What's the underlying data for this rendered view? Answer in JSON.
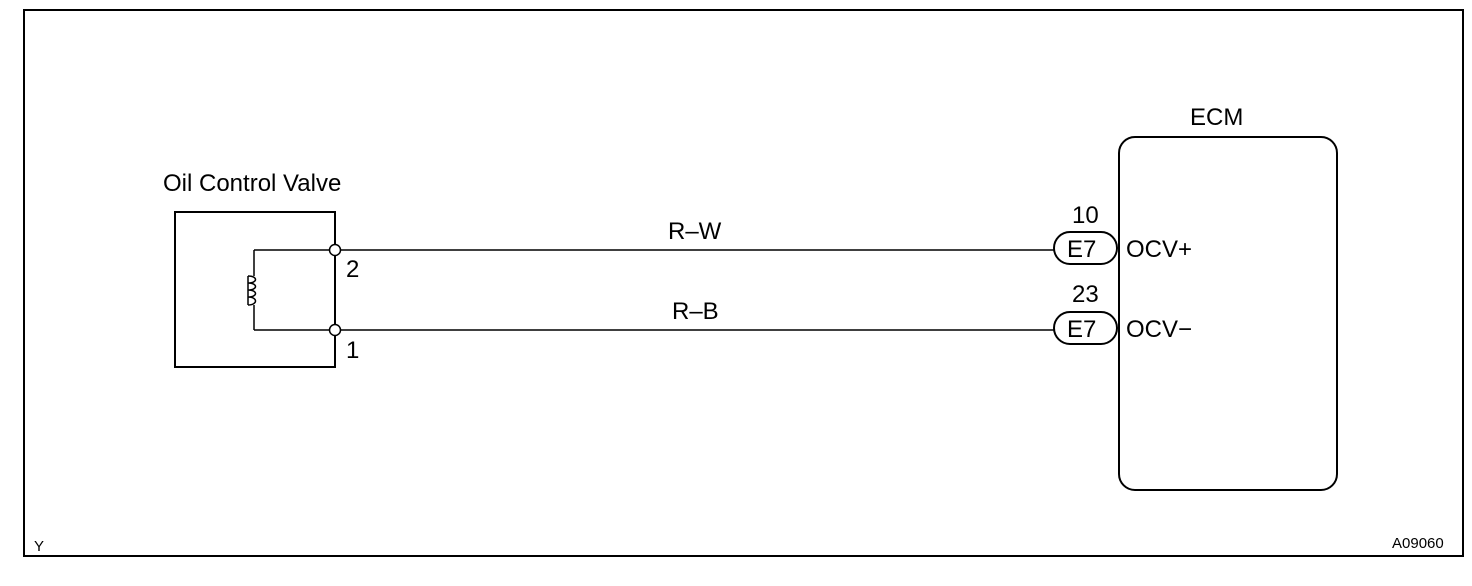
{
  "diagram": {
    "corner_left": "Y",
    "corner_right": "A09060",
    "component_valve": {
      "title": "Oil Control Valve",
      "pin_top": "2",
      "pin_bottom": "1"
    },
    "ecm": {
      "title": "ECM",
      "pins": [
        {
          "number": "10",
          "connector": "E7",
          "signal": "OCV+"
        },
        {
          "number": "23",
          "connector": "E7",
          "signal": "OCV−"
        }
      ]
    },
    "wires": [
      {
        "color_code": "R–W"
      },
      {
        "color_code": "R–B"
      }
    ]
  }
}
